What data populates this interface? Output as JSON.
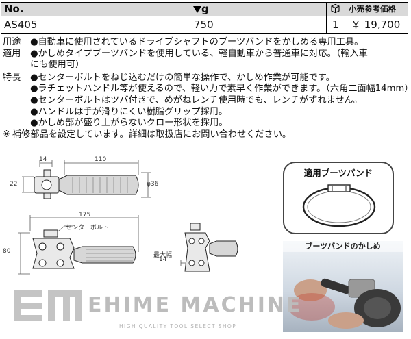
{
  "table": {
    "headers": {
      "no": "No.",
      "weight": "g",
      "unit_price": "小売参考価格"
    },
    "row": {
      "no": "AS405",
      "weight": "750",
      "qty": "1",
      "price": "￥ 19,700"
    },
    "icons": {
      "weight": "weight-triangle-icon",
      "box": "box-icon"
    }
  },
  "description": [
    {
      "key": "用途",
      "text": "●自動車に使用されているドライブシャフトのブーツバンドをかしめる専用工具。"
    },
    {
      "key": "適用",
      "text": "●かしめタイプブーツバンドを使用している、軽自動車から普通車に対応。（輸入車"
    },
    {
      "key": "",
      "text": "にも使用可）"
    },
    {
      "key": "特長",
      "text": "●センターボルトをねじ込むだけの簡単な操作で、かしめ作業が可能です。"
    },
    {
      "key": "",
      "text": "●ラチェットハンドル等が使えるので、軽い力で素早く作業ができます。（六角二面幅14mm）"
    },
    {
      "key": "",
      "text": "●センターボルトはツバ付きで、めがねレンチ使用時でも、レンチがずれません。"
    },
    {
      "key": "",
      "text": "●ハンドルは手が滑りにくい樹脂グリップ採用。"
    },
    {
      "key": "",
      "text": "●かしめ部が盛り上がらないクロー形状を採用。"
    },
    {
      "key": "※",
      "text": "補修部品を設定しています。詳細は取扱店にお問い合わせください。"
    }
  ],
  "drawing": {
    "top_view": {
      "dim_14": "14",
      "dim_110": "110",
      "dim_22": "22",
      "dim_36": "φ36"
    },
    "side_view": {
      "dim_175": "175",
      "dim_80": "80",
      "label_center_bolt": "センターボルト"
    },
    "front_view": {
      "label_max_width": "最大幅",
      "dim_14": "14"
    }
  },
  "boot_band": {
    "title": "適用ブーツバンド"
  },
  "photo": {
    "title": "ブーツバンドのかしめ"
  },
  "logo": {
    "name": "EHIME MACHINE",
    "tagline": "HIGH QUALITY TOOL SELECT SHOP"
  },
  "colors": {
    "header_gray": "#d9d9d9",
    "line": "#000000",
    "logo_gray": "#bcbcbc"
  }
}
